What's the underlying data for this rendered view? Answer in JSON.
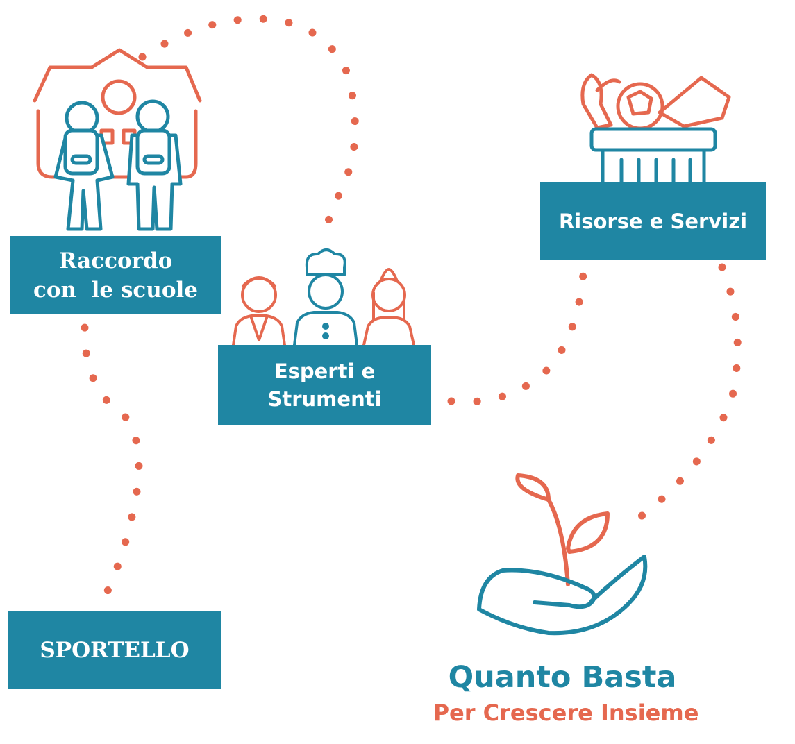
{
  "colors": {
    "accent_blue": "#1f86a3",
    "accent_orange": "#e5684f",
    "background": "#ffffff"
  },
  "nodes": {
    "raccordo": {
      "line1": "Raccordo",
      "line2": "con  le scuole",
      "icon": "school-students-icon"
    },
    "esperti": {
      "line1": "Esperti e",
      "line2": "Strumenti",
      "icon": "experts-icon"
    },
    "risorse": {
      "label": "Risorse e Servizi",
      "icon": "food-basket-icon"
    },
    "sportello": {
      "label": "SPORTELLO"
    }
  },
  "brand": {
    "title": "Quanto Basta",
    "subtitle": "Per Crescere Insieme",
    "icon": "hand-sprout-icon"
  }
}
